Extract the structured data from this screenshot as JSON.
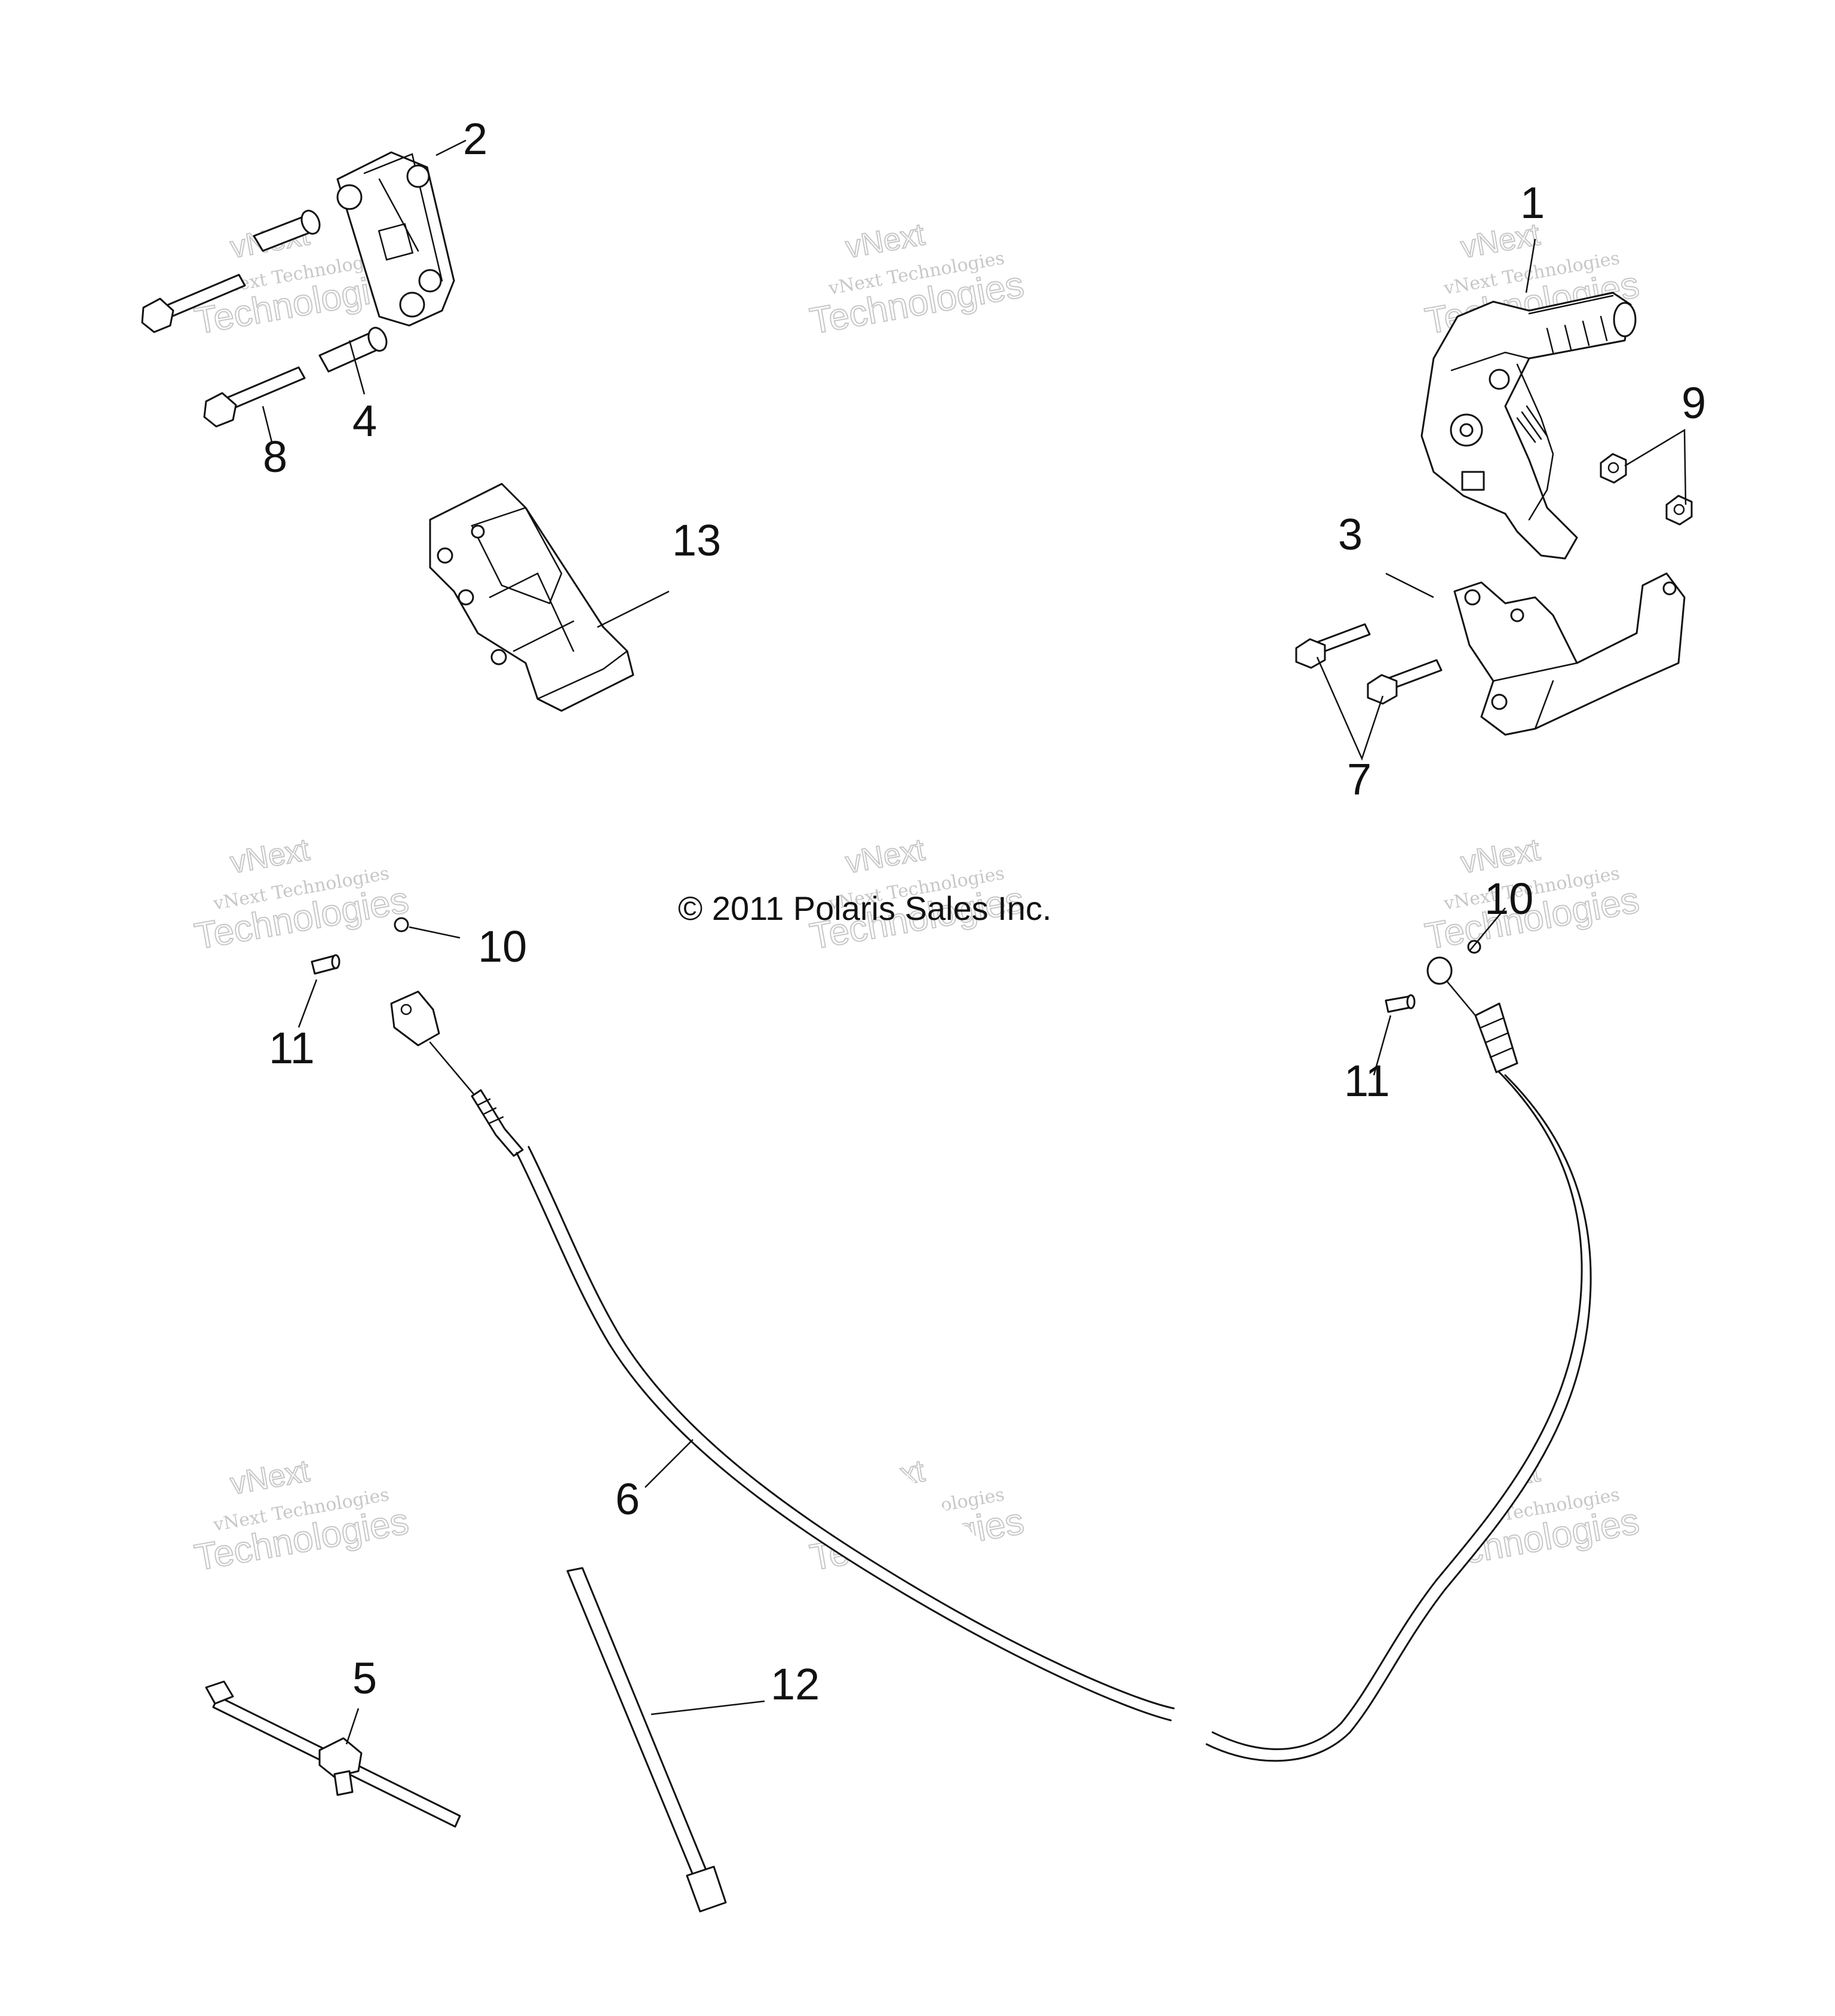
{
  "copyright": "© 2011 Polaris Sales Inc.",
  "watermark": {
    "top": "vNext Technologies",
    "big": "Technologies",
    "small": "vNext"
  },
  "callouts": {
    "c1": "1",
    "c2": "2",
    "c3": "3",
    "c4": "4",
    "c5": "5",
    "c6": "6",
    "c7": "7",
    "c8": "8",
    "c9": "9",
    "c10a": "10",
    "c10b": "10",
    "c11a": "11",
    "c11b": "11",
    "c12": "12",
    "c13": "13"
  }
}
